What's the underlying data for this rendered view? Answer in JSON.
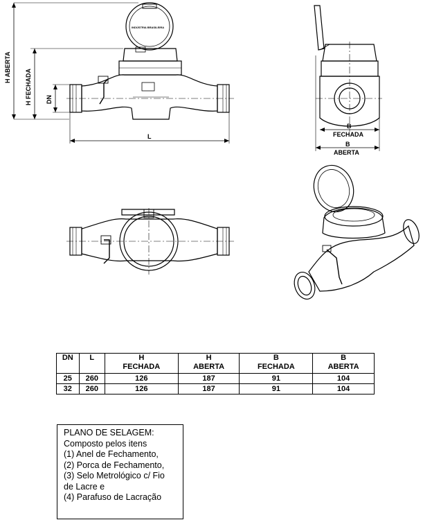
{
  "drawings": {
    "front_view": {
      "dim_h_aberta": "H ABERTA",
      "dim_h_fechada": "H FECHADA",
      "dim_dn": "DN",
      "dim_l": "L",
      "lid_text": "INDÚSTRIA BRASILEIRA"
    },
    "side_view": {
      "dim_b_fechada_1": "B",
      "dim_b_fechada_2": "FECHADA",
      "dim_b_aberta_1": "B",
      "dim_b_aberta_2": "ABERTA"
    }
  },
  "table": {
    "headers": [
      [
        "DN",
        ""
      ],
      [
        "L",
        ""
      ],
      [
        "H",
        "FECHADA"
      ],
      [
        "H",
        "ABERTA"
      ],
      [
        "B",
        "FECHADA"
      ],
      [
        "B",
        "ABERTA"
      ]
    ],
    "rows": [
      [
        "25",
        "260",
        "126",
        "187",
        "91",
        "104"
      ],
      [
        "32",
        "260",
        "126",
        "187",
        "91",
        "104"
      ]
    ]
  },
  "seal_plan": {
    "lines": [
      "PLANO DE SELAGEM:",
      "Composto pelos itens",
      "(1) Anel de Fechamento,",
      "(2) Porca de Fechamento,",
      "(3) Selo Metrológico c/ Fio",
      "de Lacre e",
      "(4) Parafuso de Lacração"
    ]
  }
}
